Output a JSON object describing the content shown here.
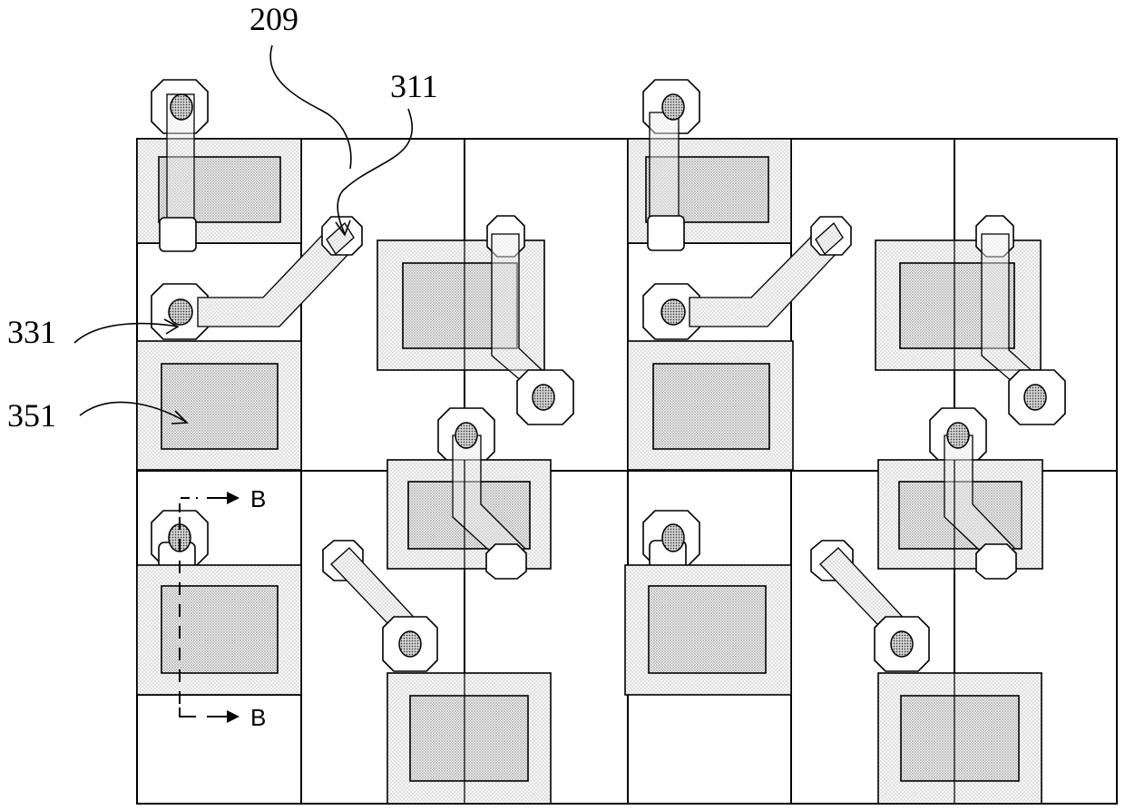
{
  "labels": {
    "ref_209": "209",
    "ref_311": "311",
    "ref_331": "331",
    "ref_351": "351",
    "section_top": "B",
    "section_bottom": "B"
  }
}
